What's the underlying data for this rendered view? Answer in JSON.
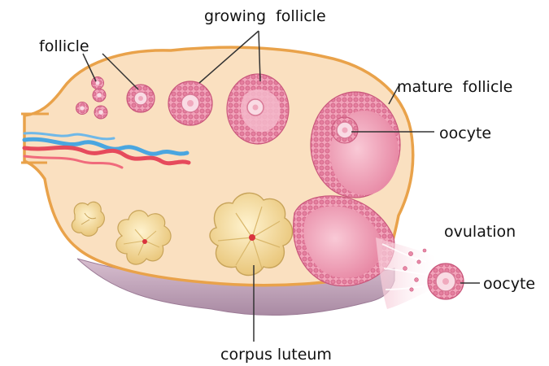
{
  "labels": {
    "follicle": "follicle",
    "growing_follicle": "growing  follicle",
    "mature_follicle": "mature  follicle",
    "oocyte_top": "oocyte",
    "ovulation": "ovulation",
    "oocyte_bottom": "oocyte",
    "corpus_luteum": "corpus luteum"
  },
  "colors": {
    "ovary_fill": "#fae0c0",
    "ovary_outline": "#e9a24a",
    "follicle_cells": "#e98aa8",
    "follicle_fill": "#f3b8c8",
    "oocyte": "#f9dbe4",
    "luteum": "#f4dd9e",
    "artery": "#e64a5c",
    "vein": "#4aa6e0",
    "tissue_underside": "#c7a7bd"
  }
}
